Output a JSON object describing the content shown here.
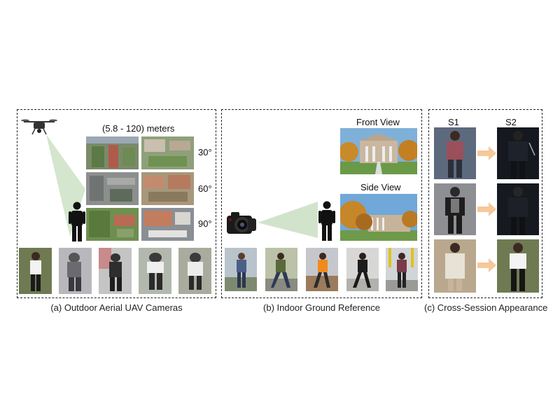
{
  "panel_a": {
    "altitude_label": "(5.8 - 120) meters",
    "angles": [
      "30°",
      "60°",
      "90°"
    ],
    "caption": "(a) Outdoor Aerial UAV Cameras"
  },
  "panel_b": {
    "front_label": "Front View",
    "side_label": "Side View",
    "caption": "(b) Indoor Ground Reference"
  },
  "panel_c": {
    "s1_label": "S1",
    "s2_label": "S2",
    "caption": "(c) Cross-Session Appearance"
  },
  "colors": {
    "fov_cone": "#cfe3c8",
    "arrow": "#f6c89a",
    "border": "#222222"
  }
}
